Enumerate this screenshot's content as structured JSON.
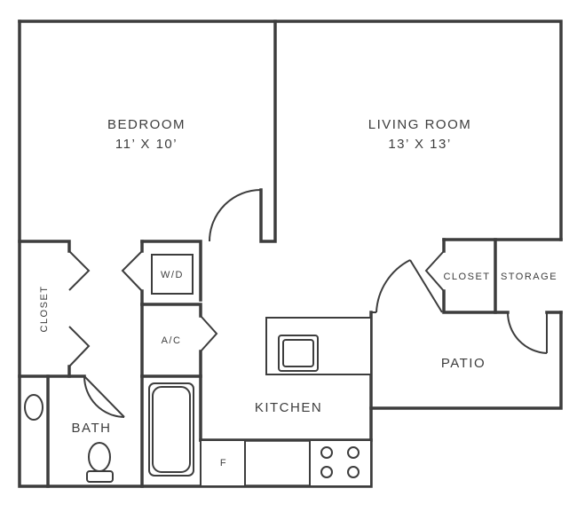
{
  "rooms": {
    "bedroom": {
      "name": "BEDROOM",
      "dims": "11’ X 10’"
    },
    "living_room": {
      "name": "LIVING ROOM",
      "dims": "13’ X 13’"
    },
    "closet_left": "CLOSET",
    "closet_right": "CLOSET",
    "storage": "STORAGE",
    "washer_dryer": "W/D",
    "ac": "A/C",
    "patio": "PATIO",
    "kitchen": "KITCHEN",
    "bath": "BATH",
    "fridge": "F"
  },
  "colors": {
    "line": "#3d3d3d",
    "background": "#ffffff"
  }
}
